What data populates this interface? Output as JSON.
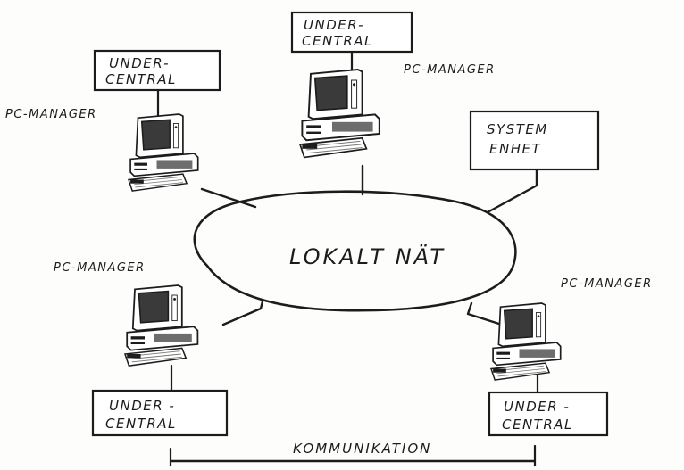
{
  "network": {
    "label": "LOKALT NÄT"
  },
  "communication": {
    "label": "KOMMUNIKATION"
  },
  "system_unit": {
    "line1": "SYSTEM",
    "line2": "ENHET"
  },
  "sub_centrals": [
    {
      "line1": "UNDER-",
      "line2": "CENTRAL"
    },
    {
      "line1": "UNDER-",
      "line2": "CENTRAL"
    },
    {
      "line1": "UNDER -",
      "line2": "CENTRAL"
    },
    {
      "line1": "UNDER -",
      "line2": "CENTRAL"
    }
  ],
  "pc_managers": [
    {
      "label": "PC-MANAGER"
    },
    {
      "label": "PC-MANAGER"
    },
    {
      "label": "PC-MANAGER"
    },
    {
      "label": "PC-MANAGER"
    }
  ],
  "colors": {
    "ink": "#1c1c1c",
    "paper": "#fdfdfb"
  }
}
